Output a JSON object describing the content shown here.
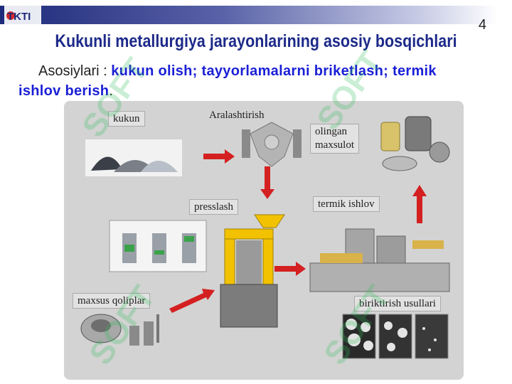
{
  "header": {
    "logo_text": "TKTI",
    "slide_number": "4",
    "title": "Kukunli metallurgiya jarayonlarining asosiy bosqichlari"
  },
  "subtitle": {
    "prefix": "Asosiylari  :  ",
    "highlight": "kukun  olish;  tayyorlamalarni  briketlash; termik ishlov berish",
    "suffix": "."
  },
  "diagram": {
    "labels": {
      "kukun": "kukun",
      "aralashtirish": "Aralashtirish",
      "olingan_line1": "olingan",
      "olingan_line2": "maxsulot",
      "presslash": "presslash",
      "termik": "termik ishlov",
      "maxsus": "maxsus qoliplar",
      "biriktirish": "biriktirish usullari"
    },
    "watermark_text": "SOFT",
    "arrow_color": "#d42020",
    "press_color": "#f2c200"
  }
}
